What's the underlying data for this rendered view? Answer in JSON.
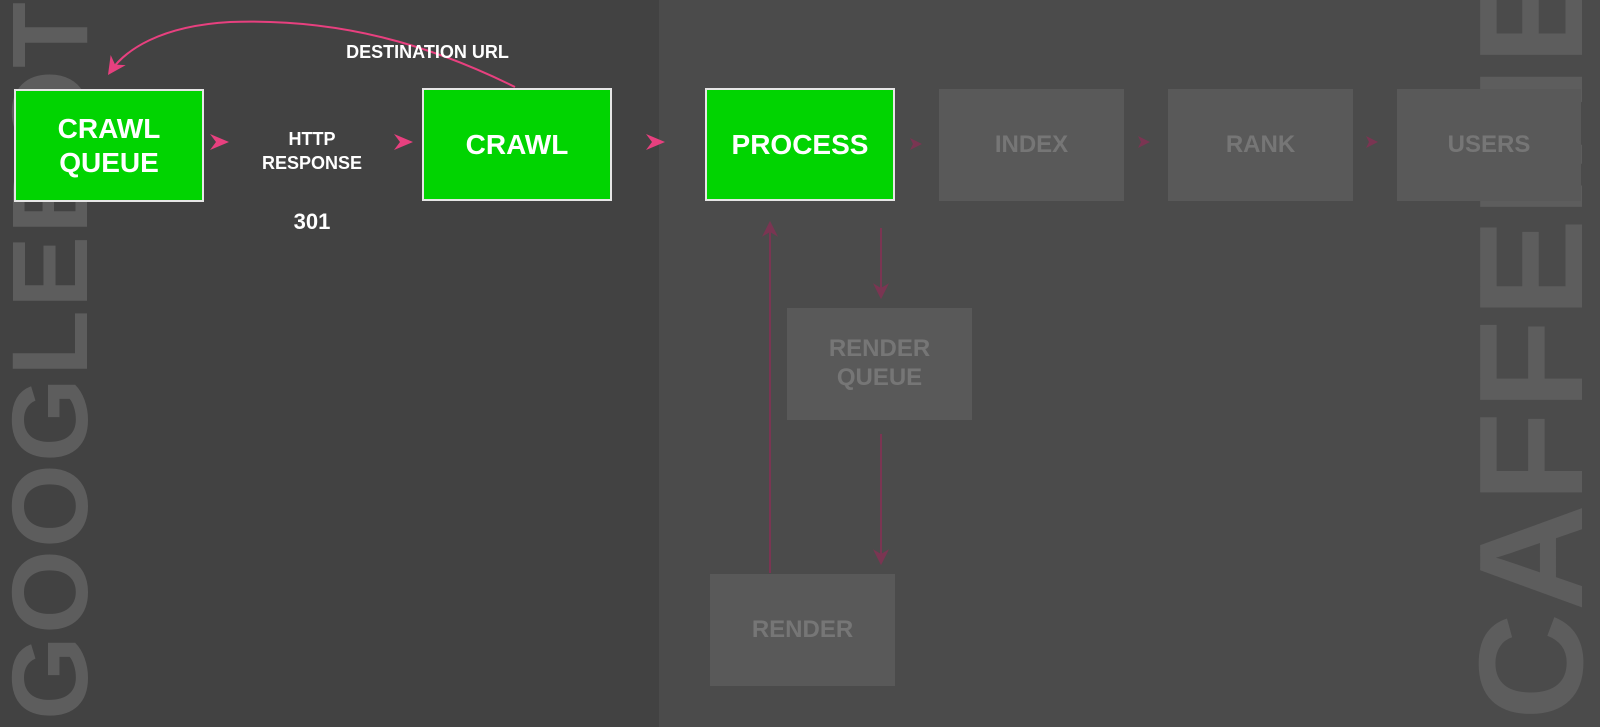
{
  "panels": {
    "left_label": "GOOGLEBOT",
    "right_label": "CAFFEINE"
  },
  "nodes": {
    "crawl_queue": "CRAWL\nQUEUE",
    "crawl": "CRAWL",
    "process": "PROCESS",
    "index": "INDEX",
    "rank": "RANK",
    "users": "USERS",
    "render_queue": "RENDER\nQUEUE",
    "render": "RENDER"
  },
  "edge_labels": {
    "http_response": "HTTP\nRESPONSE",
    "status_code": "301",
    "destination_url": "DESTINATION URL"
  },
  "colors": {
    "active_box": "#01d401",
    "inactive_box": "#595959",
    "arrow_active": "#e8407f",
    "arrow_inactive": "#7a3552",
    "googlebot_bg": "#424242",
    "caffeine_bg": "#4b4b4b"
  }
}
